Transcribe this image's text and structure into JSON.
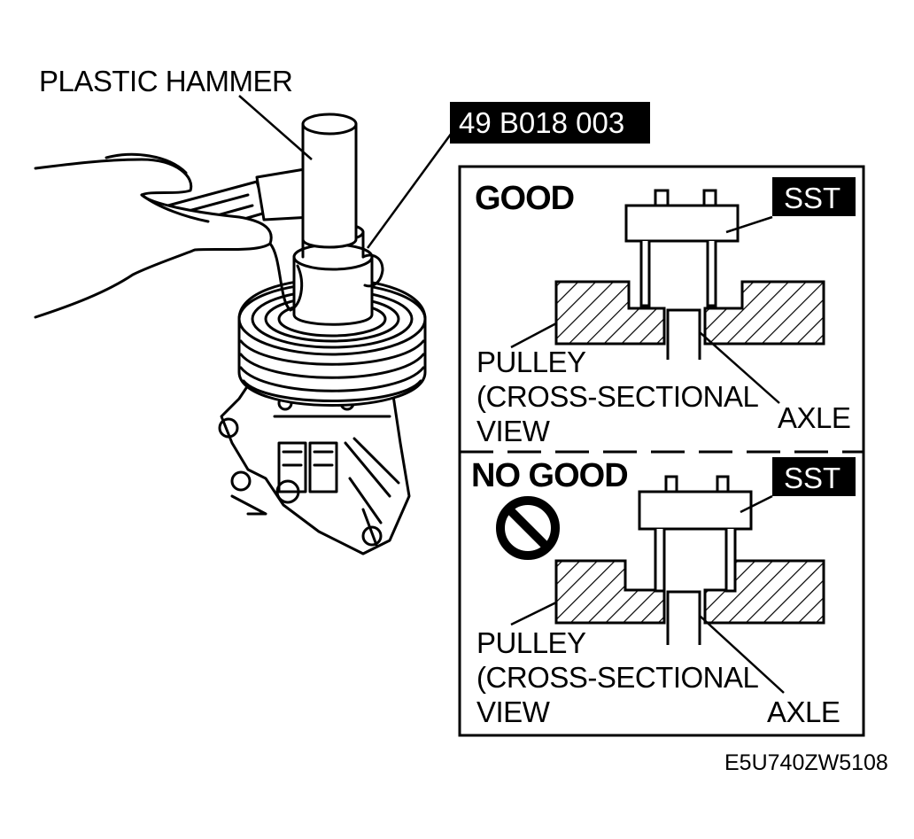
{
  "labels": {
    "hammer": "PLASTIC HAMMER",
    "tool_number": "49 B018 003",
    "figure_code": "E5U740ZW5108"
  },
  "good_panel": {
    "heading": "GOOD",
    "sst_tag": "SST",
    "pulley_line1": "PULLEY",
    "pulley_line2": "(CROSS-SECTIONAL",
    "pulley_line3": "VIEW",
    "axle": "AXLE"
  },
  "nogood_panel": {
    "heading": "NO GOOD",
    "sst_tag": "SST",
    "pulley_line1": "PULLEY",
    "pulley_line2": "(CROSS-SECTIONAL",
    "pulley_line3": "VIEW",
    "axle": "AXLE"
  },
  "icons": {
    "prohibition": "prohibition-icon"
  }
}
